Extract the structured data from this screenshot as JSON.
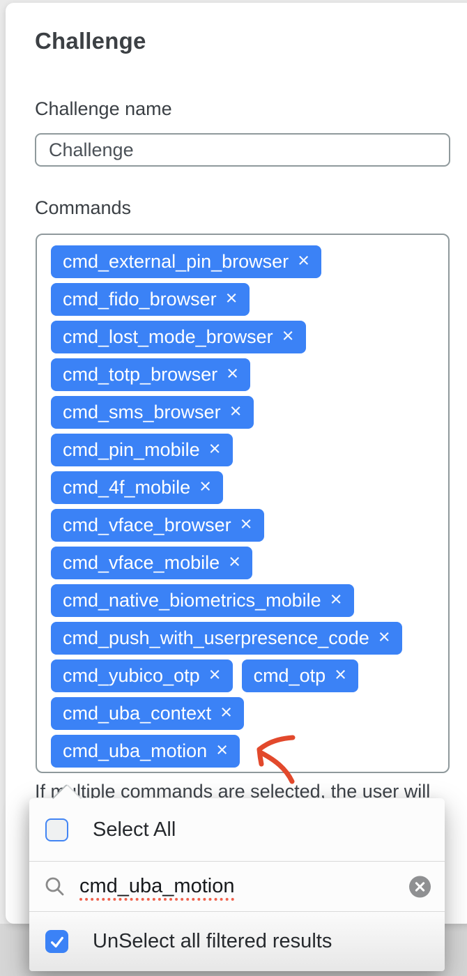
{
  "header": {
    "title": "Challenge"
  },
  "fields": {
    "challenge_name": {
      "label": "Challenge name",
      "value": "Challenge"
    },
    "commands": {
      "label": "Commands"
    }
  },
  "commands": {
    "remove_icon": "×",
    "chip_rows": [
      [
        "cmd_external_pin_browser"
      ],
      [
        "cmd_fido_browser"
      ],
      [
        "cmd_lost_mode_browser"
      ],
      [
        "cmd_totp_browser"
      ],
      [
        "cmd_sms_browser"
      ],
      [
        "cmd_pin_mobile"
      ],
      [
        "cmd_4f_mobile"
      ],
      [
        "cmd_vface_browser"
      ],
      [
        "cmd_vface_mobile"
      ],
      [
        "cmd_native_biometrics_mobile"
      ],
      [
        "cmd_push_with_userpresence_code"
      ],
      [
        "cmd_yubico_otp",
        "cmd_otp"
      ],
      [
        "cmd_uba_context"
      ],
      [
        "cmd_uba_motion"
      ]
    ]
  },
  "helper_text": "If multiple commands are selected, the user will",
  "dropdown": {
    "select_all_label": "Select All",
    "select_all_checked": false,
    "search_value": "cmd_uba_motion",
    "unselect_label": "UnSelect all filtered results",
    "unselect_checked": true
  },
  "colors": {
    "chip_blue": "#3b82f6",
    "checkbox_blue": "#4285f4",
    "arrow_red": "#e2492c",
    "border_gray": "#8f999c"
  }
}
